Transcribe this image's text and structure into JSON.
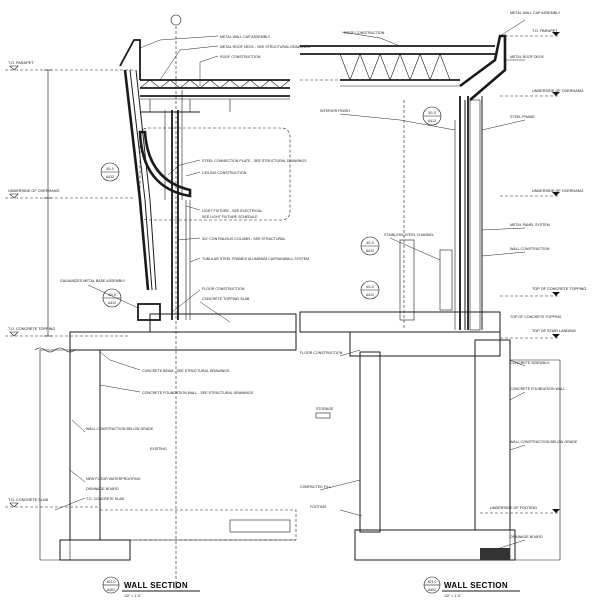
{
  "left_section": {
    "title": "WALL SECTION",
    "callout_top": "4E1.0",
    "callout_bottom": "A402",
    "scale": "1/2\" = 1'-0\"",
    "level_labels": [
      "T.O. PARAPET",
      "UNDERSIDE OF OVERHANG",
      "T.O. CONCRETE TOPPING",
      "T.O. CONCRETE SLAB"
    ],
    "detail_bubbles": [
      {
        "top": "4/1.0",
        "bottom": "A412"
      },
      {
        "top": "4/1.0",
        "bottom": "A412"
      }
    ],
    "notes": [
      "METAL WALL CAP ASSEMBLY",
      "METAL ROOF DECK - SEE STRUCTURAL DRAWINGS",
      "ROOF CONSTRUCTION",
      "STEEL CONNECTION PLATE - SEE STRUCTURAL DRAWINGS",
      "CEILING CONSTRUCTION",
      "LIGHT FIXTURE - SEE ELECTRICAL",
      "SEE LIGHT FIXTURE SCHEDULE",
      "3/4\" CONTINUOUS COLUMN - SEE STRUCTURAL",
      "TUBULAR STEEL FRAMED ALUMINUM CURTAINWALL SYSTEM",
      "GALVANIZED METAL BASE ASSEMBLY",
      "FLOOR CONSTRUCTION",
      "CONCRETE TOPPING SLAB",
      "CONCRETE BEAM - SEE STRUCTURAL DRAWINGS",
      "CONCRETE FOUNDATION WALL - SEE STRUCTURAL DRAWINGS",
      "WALL CONSTRUCTION BELOW GRADE",
      "EXISTING",
      "NEW FLOOR WATERPROOFING",
      "DRAINAGE BOARD",
      "T.O. CONCRETE SLAB"
    ]
  },
  "right_section": {
    "title": "WALL SECTION",
    "callout_top": "4E1.0",
    "callout_bottom": "A402",
    "scale": "1/2\" = 1'-0\"",
    "level_labels": [
      "T.O. PARAPET",
      "UNDERSIDE OF OVERHANG",
      "UNDERSIDE OF OVERHANG",
      "TOP OF CONCRETE TOPPING",
      "TOP OF STAIR LANDING",
      "UNDERSIDE OF FOOTING"
    ],
    "detail_bubbles": [
      {
        "top": "4/1.0",
        "bottom": "A412"
      },
      {
        "top": "4/1.0",
        "bottom": "A412"
      },
      {
        "top": "4/1.0",
        "bottom": "A412"
      }
    ],
    "notes": [
      "ROOF CONSTRUCTION",
      "METAL WALL CAP ASSEMBLY",
      "METAL ROOF DECK",
      "INTERIOR FINISH",
      "STEEL FRAME",
      "METAL PANEL SYSTEM",
      "STAINLESS STEEL CHANNEL",
      "WALL CONSTRUCTION",
      "TOP OF CONCRETE TOPPING",
      "CONCRETE SIDEWALK",
      "CONCRETE FOUNDATION WALL",
      "WALL CONSTRUCTION BELOW GRADE",
      "FLOOR CONSTRUCTION",
      "COMPACTED FILL",
      "FOOTING",
      "DRAINAGE BOARD"
    ],
    "bottom_tags": [
      "STORAGE",
      "UNDERSIDE OF FOOTING"
    ]
  }
}
